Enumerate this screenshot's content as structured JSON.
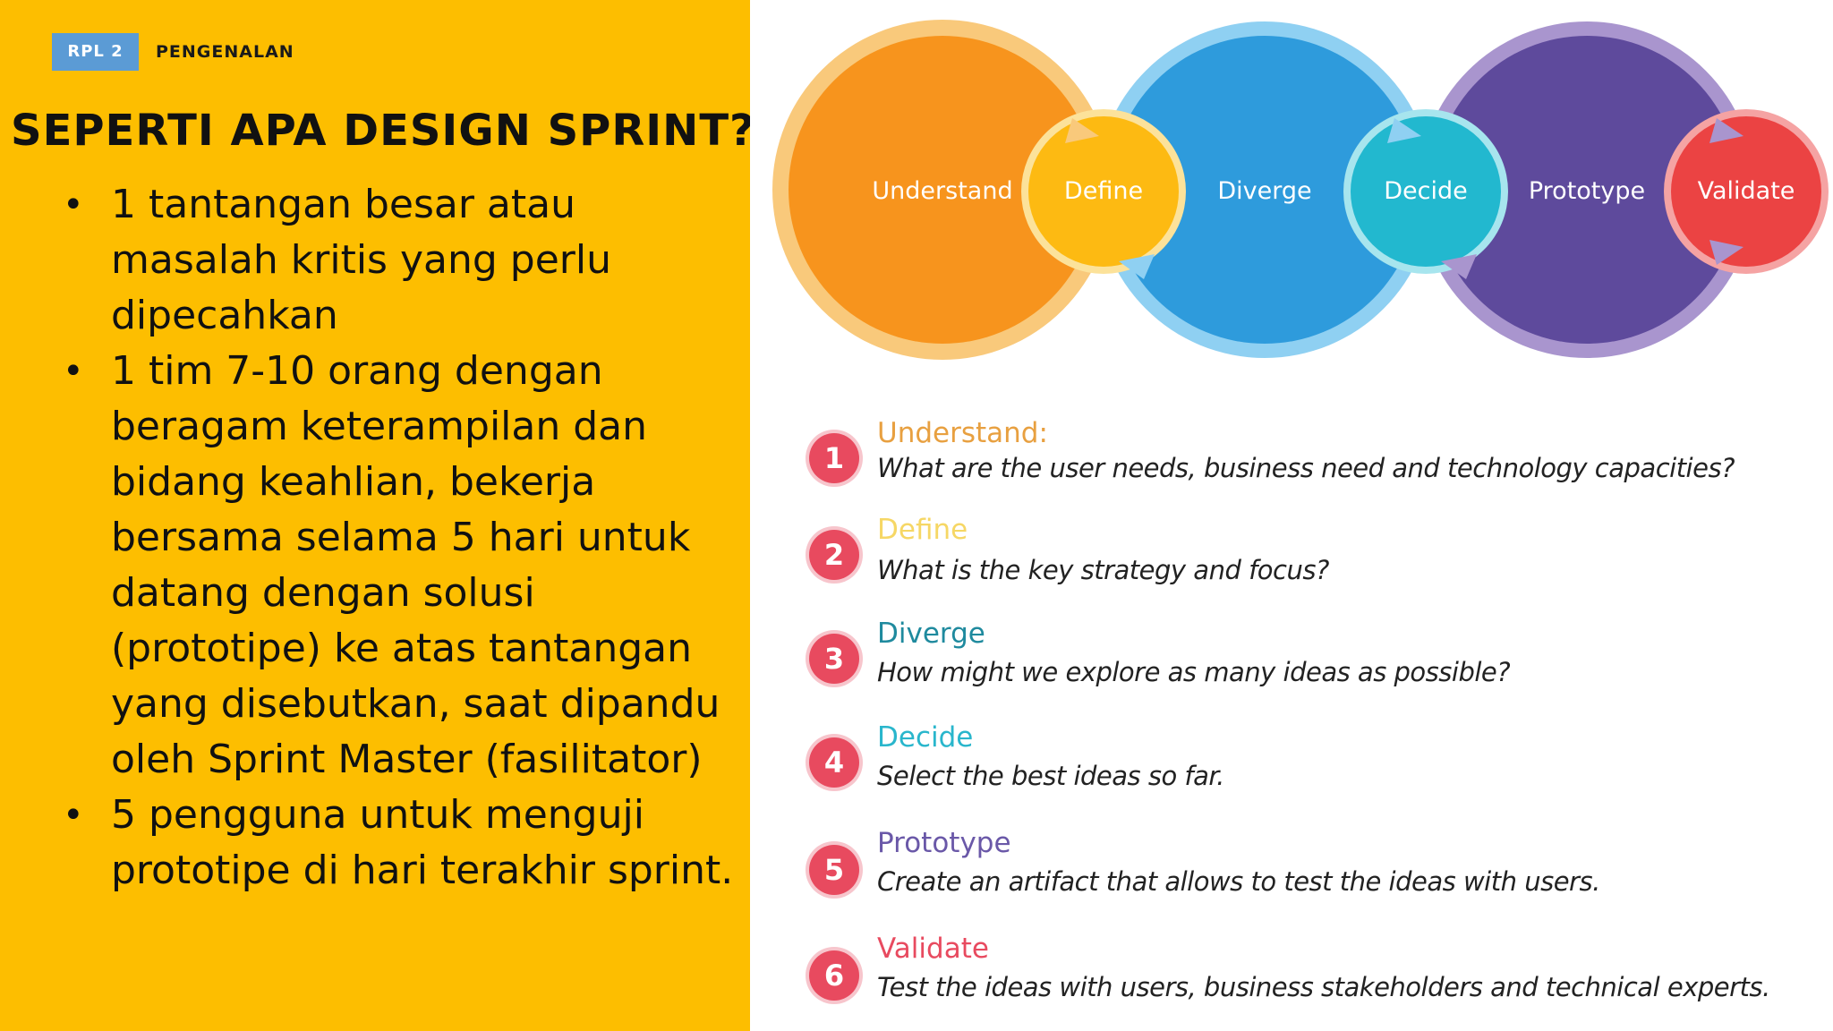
{
  "header": {
    "badge": "RPL 2",
    "section": "PENGENALAN"
  },
  "title": "SEPERTI APA DESIGN SPRINT?",
  "bullets": [
    "1 tantangan besar atau masalah kritis yang perlu dipecahkan",
    "1 tim 7-10 orang dengan beragam keterampilan dan bidang keahlian, bekerja bersama selama 5 hari untuk datang dengan solusi (prototipe) ke atas tantangan yang disebutkan, saat dipandu oleh Sprint Master (fasilitator)",
    "5 pengguna untuk menguji prototipe di hari terakhir sprint."
  ],
  "diagram": {
    "phases": [
      {
        "label": "Understand",
        "color": "#F7941D"
      },
      {
        "label": "Define",
        "color": "#FDBA12"
      },
      {
        "label": "Diverge",
        "color": "#2E9BDC"
      },
      {
        "label": "Decide",
        "color": "#22B8CF"
      },
      {
        "label": "Prototype",
        "color": "#5E4A9C"
      },
      {
        "label": "Validate",
        "color": "#EB4343"
      }
    ]
  },
  "steps": [
    {
      "number": "1",
      "title": "Understand:",
      "question": "What are the user needs, business need and technology capacities?",
      "color": "#E8A040"
    },
    {
      "number": "2",
      "title": "Define",
      "question": "What is the key strategy and focus?",
      "color": "#F6D765"
    },
    {
      "number": "3",
      "title": "Diverge",
      "question": "How might we explore as many ideas as possible?",
      "color": "#1F8A9E"
    },
    {
      "number": "4",
      "title": "Decide",
      "question": "Select the best ideas so far.",
      "color": "#29B6CC"
    },
    {
      "number": "5",
      "title": "Prototype",
      "question": "Create an artifact that allows to test the ideas with users.",
      "color": "#6A58A8"
    },
    {
      "number": "6",
      "title": "Validate",
      "question": "Test the ideas with users, business stakeholders and technical experts.",
      "color": "#E84A5F"
    }
  ]
}
